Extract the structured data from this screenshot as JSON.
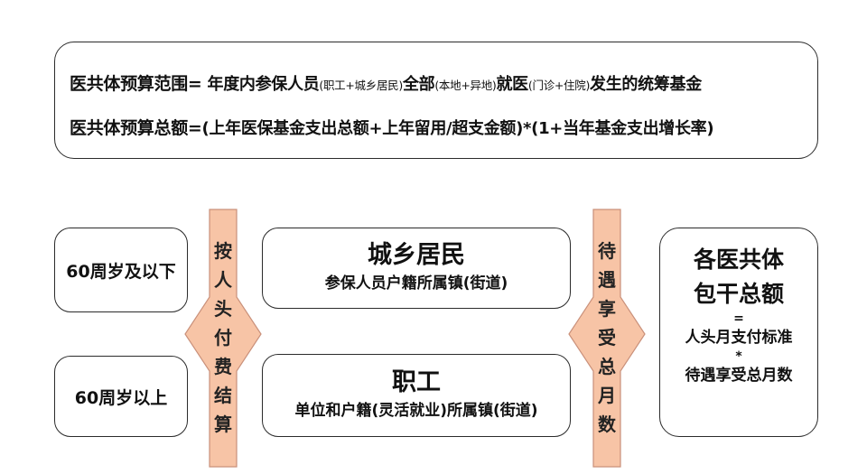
{
  "formula_1": {
    "label": "医共体预算范围=",
    "p1": " 年度内参保人员",
    "s1": "(职工+城乡居民)",
    "p2": "全部",
    "s2": "(本地+异地)",
    "p3": "就医",
    "s3": "(门诊+住院)",
    "p4": "发生的统筹基金"
  },
  "formula_2": {
    "label": "医共体预算总额=",
    "body": "(上年医保基金支出总额+上年留用/超支金额)*(1+当年基金支出增长率)"
  },
  "age_groups": {
    "under": "60周岁及以下",
    "over": "60周岁以上"
  },
  "arrow_left": [
    "按",
    "人",
    "头",
    "付",
    "费",
    "结",
    "算"
  ],
  "arrow_right": [
    "待",
    "遇",
    "享",
    "受",
    "总",
    "月",
    "数"
  ],
  "resident": {
    "title": "城乡居民",
    "subtitle": "参保人员户籍所属镇(街道)"
  },
  "worker": {
    "title": "职工",
    "subtitle": "单位和户籍(灵活就业)所属镇(街道)"
  },
  "total": {
    "line1": "各医共体",
    "line2": "包干总额",
    "eq": "=",
    "line3": "人头月支付标准",
    "mul": "*",
    "line4": "待遇享受总月数"
  },
  "colors": {
    "arrow_fill": "#f7c4a6",
    "arrow_stroke": "#c9907a",
    "border": "#2b2b2b"
  }
}
